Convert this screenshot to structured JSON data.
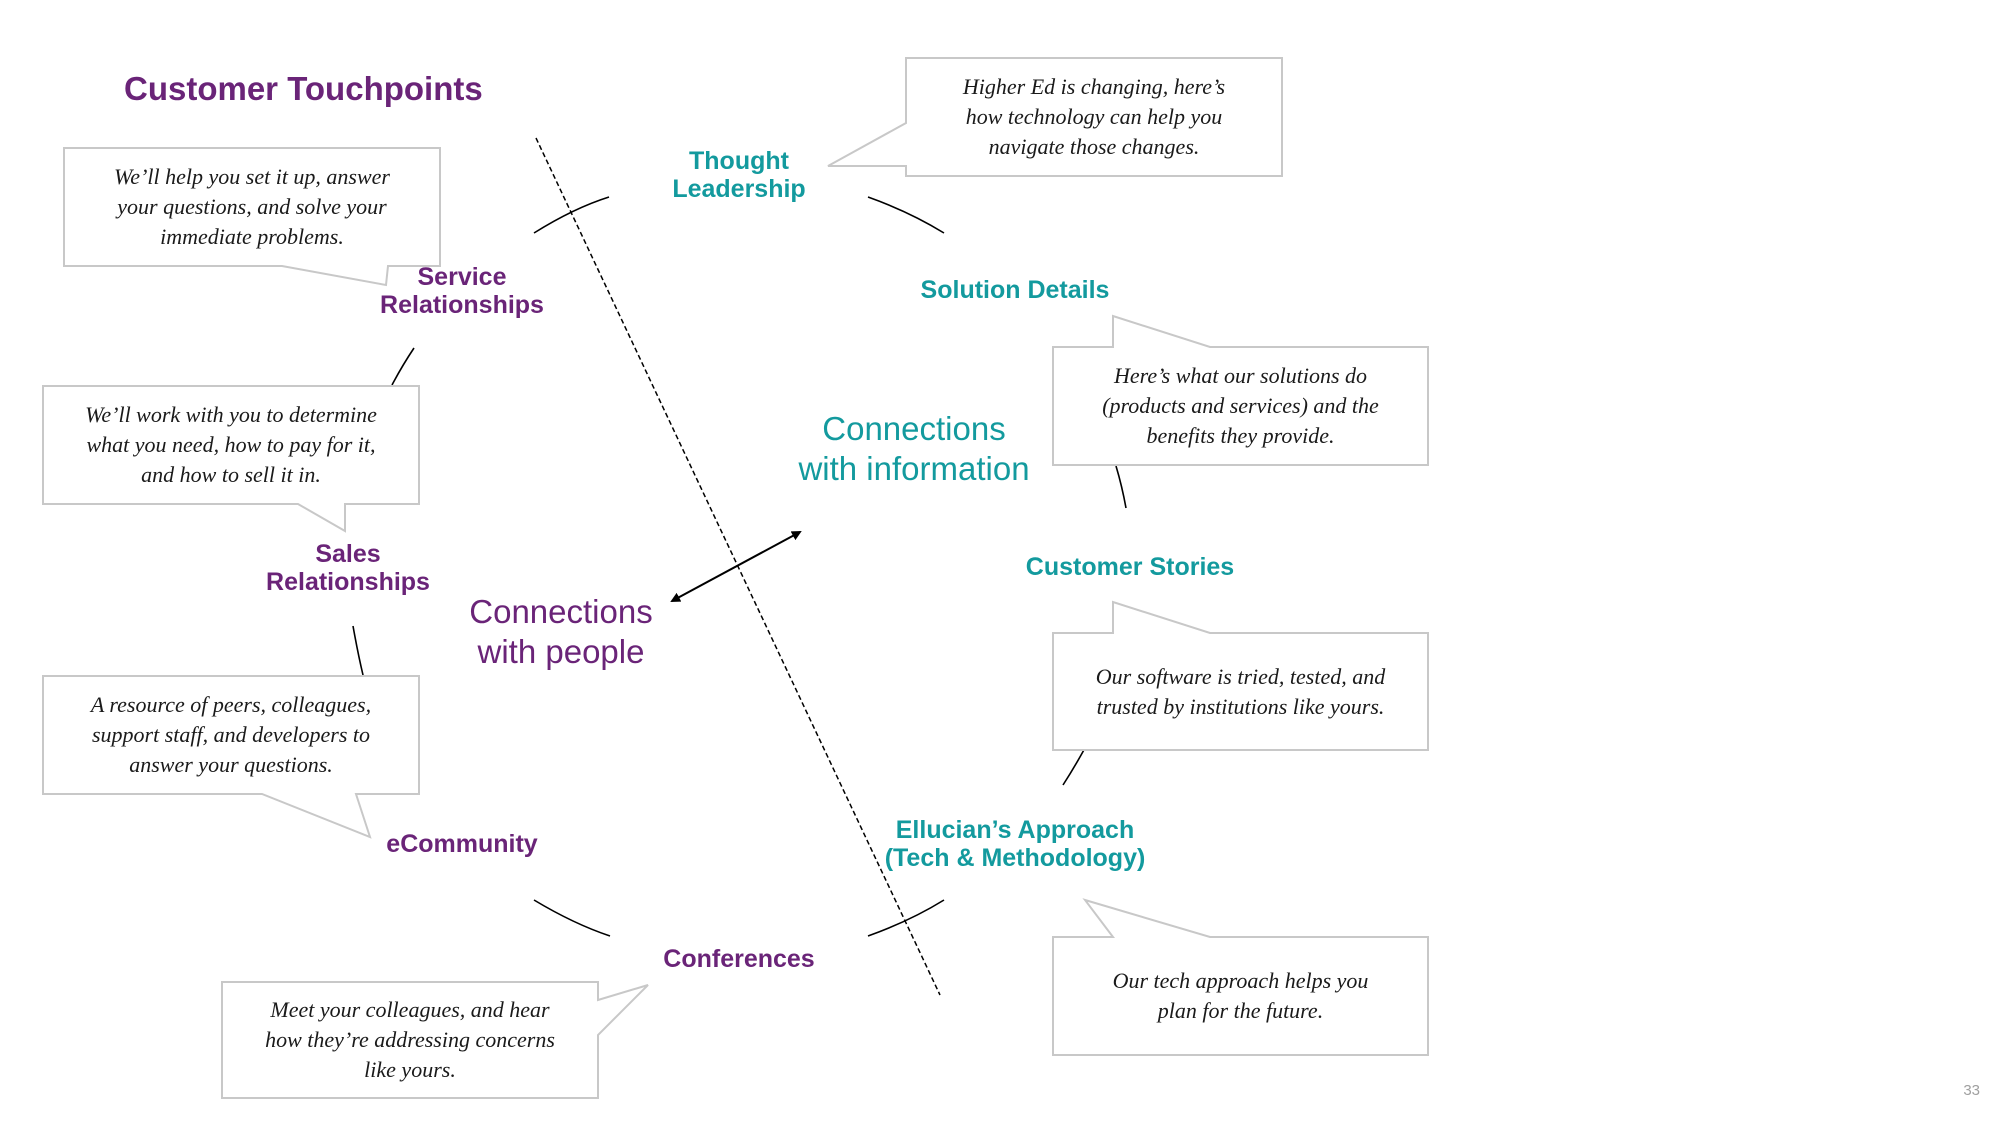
{
  "title": "Customer Touchpoints",
  "center": {
    "people": [
      "Connections",
      "with people"
    ],
    "information": [
      "Connections",
      "with information"
    ]
  },
  "people_touchpoints": {
    "service": [
      "Service",
      "Relationships"
    ],
    "sales": [
      "Sales",
      "Relationships"
    ],
    "ecommunity": [
      "eCommunity"
    ],
    "conferences": [
      "Conferences"
    ]
  },
  "information_touchpoints": {
    "thought_leadership": [
      "Thought",
      "Leadership"
    ],
    "solution_details": [
      "Solution Details"
    ],
    "customer_stories": [
      "Customer Stories"
    ],
    "approach": [
      "Ellucian’s Approach",
      "(Tech & Methodology)"
    ]
  },
  "bubbles": {
    "service": [
      "We’ll help you set it up, answer",
      "your questions, and solve your",
      "immediate problems."
    ],
    "sales": [
      "We’ll work with you to determine",
      "what you need, how to pay for it,",
      "and how to sell it in."
    ],
    "ecommunity": [
      "A resource of peers, colleagues,",
      "support staff, and developers to",
      "answer your questions."
    ],
    "conferences": [
      "Meet your colleagues, and hear",
      "how they’re addressing concerns",
      "like yours."
    ],
    "thought_leadership": [
      "Higher Ed is changing, here’s",
      "how technology can help you",
      "navigate those changes."
    ],
    "solution_details": [
      "Here’s what our solutions do",
      "(products and services) and the",
      "benefits they provide."
    ],
    "customer_stories": [
      "Our software is tried, tested, and",
      "trusted by institutions like yours."
    ],
    "approach": [
      "Our tech approach helps you",
      "plan for the future."
    ]
  },
  "page_number": "33",
  "colors": {
    "people": "#6a2478",
    "information": "#139a9e",
    "bubble_border": "#c8c8c8"
  }
}
